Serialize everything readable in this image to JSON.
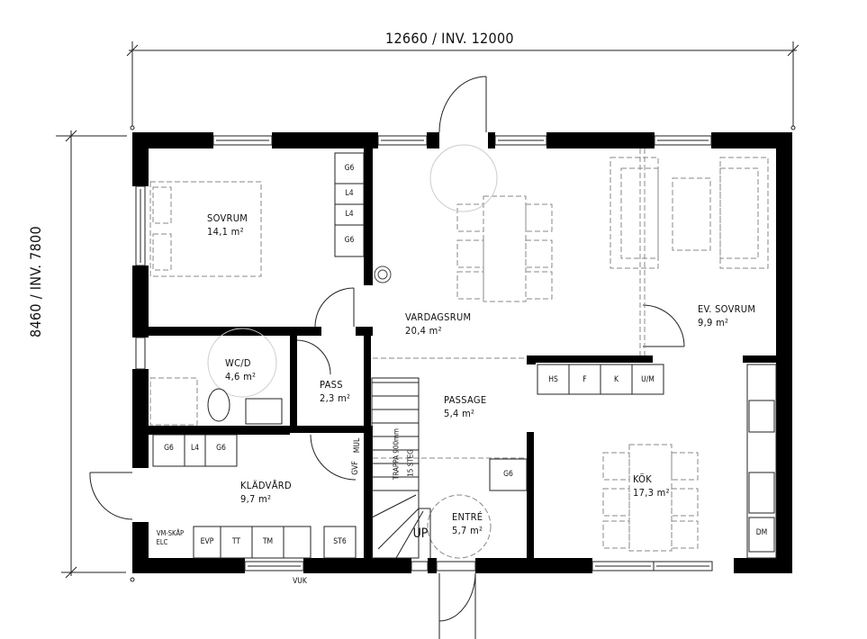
{
  "plan": {
    "dimensions": {
      "width": "12660 / INV. 12000",
      "height": "8460 / INV. 7800"
    },
    "rooms": [
      {
        "id": "sovrum",
        "name": "SOVRUM",
        "area": "14,1 m²"
      },
      {
        "id": "vardagsrum",
        "name": "VARDAGSRUM",
        "area": "20,4 m²"
      },
      {
        "id": "ev_sovrum",
        "name": "EV. SOVRUM",
        "area": "9,9 m²"
      },
      {
        "id": "wc",
        "name": "WC/D",
        "area": "4,6 m²"
      },
      {
        "id": "pass",
        "name": "PASS",
        "area": "2,3 m²"
      },
      {
        "id": "passage",
        "name": "PASSAGE",
        "area": "5,4 m²"
      },
      {
        "id": "kladvard",
        "name": "KLÄDVÅRD",
        "area": "9,7 m²"
      },
      {
        "id": "entre",
        "name": "ENTRÉ",
        "area": "5,7 m²"
      },
      {
        "id": "kok",
        "name": "KÖK",
        "area": "17,3 m²"
      }
    ],
    "fixtures": {
      "sovrum_wardrobes": [
        "G6",
        "L4",
        "L4",
        "G6"
      ],
      "kladvard_upper": [
        "G6",
        "L4",
        "G6"
      ],
      "kladvard_lower": [
        "VM-SKÅP",
        "ELC",
        "EVP",
        "TT",
        "TM",
        "ST6"
      ],
      "kitchen_units": [
        "HS",
        "F",
        "K",
        "U/M"
      ],
      "kitchen_dm": "DM",
      "entre_wardrobe": "G6",
      "stair_label_1": "TRAPPA 900mm",
      "stair_label_2": "15 STEG",
      "stair_up": "UP",
      "gvf": "GVF",
      "mul": "MUL",
      "vuk": "VUK"
    }
  }
}
